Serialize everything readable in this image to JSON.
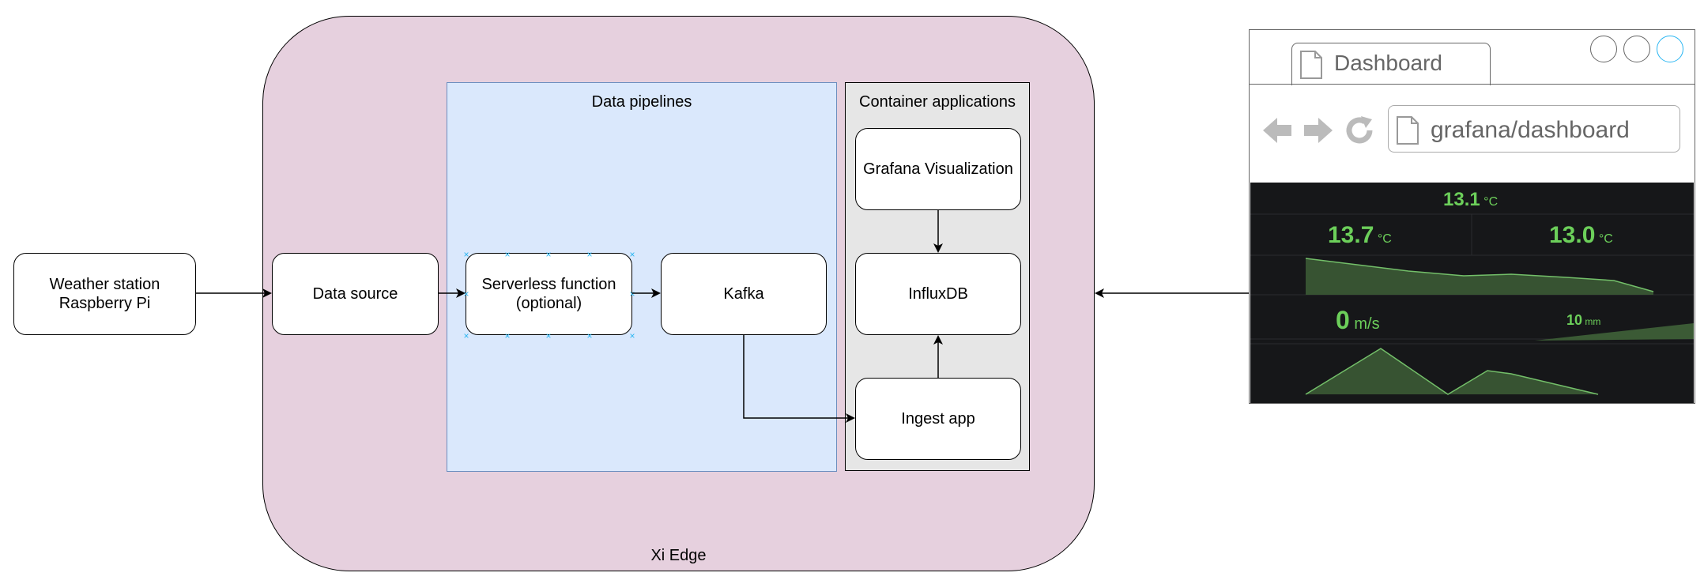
{
  "diagram": {
    "edge_label": "Xi Edge",
    "pipelines_label": "Data pipelines",
    "apps_label": "Container applications",
    "nodes": {
      "weather": "Weather station\nRaspberry Pi",
      "data_source": "Data source",
      "serverless": "Serverless function\n(optional)",
      "kafka": "Kafka",
      "grafana": "Grafana Visualization",
      "influx": "InfluxDB",
      "ingest": "Ingest app"
    }
  },
  "browser": {
    "tab_title": "Dashboard",
    "url": "grafana/dashboard",
    "icons": [
      "page-icon",
      "back-arrow-icon",
      "forward-arrow-icon",
      "reload-icon"
    ],
    "dashboard": {
      "stat_top": "13.1",
      "stat_left": "13.7",
      "stat_right": "13.0",
      "temp_unit": "°C",
      "wind": "0",
      "wind_unit": "m/s",
      "rain": "10",
      "rain_unit": "mm",
      "accent_color": "#6ccf5a",
      "background_color": "#161719"
    }
  },
  "colors": {
    "edge_fill": "#e6d0de",
    "pipelines_fill": "#dae8fc",
    "pipelines_border": "#6c8ebf",
    "apps_fill": "#e6e6e6",
    "selection": "#29b6f2"
  }
}
